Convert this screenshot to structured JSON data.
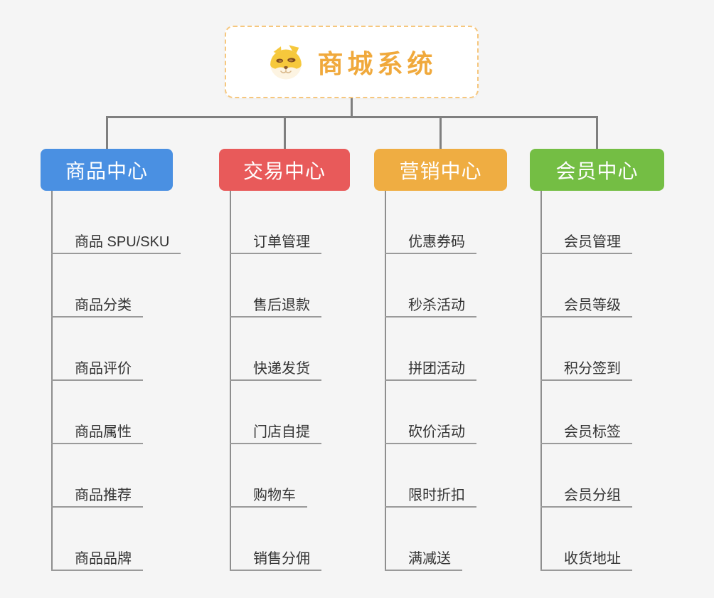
{
  "root": {
    "title": "商城系统",
    "icon": "dog-face-icon"
  },
  "branches": [
    {
      "label": "商品中心",
      "color": "#4a90e2",
      "children": [
        "商品 SPU/SKU",
        "商品分类",
        "商品评价",
        "商品属性",
        "商品推荐",
        "商品品牌"
      ]
    },
    {
      "label": "交易中心",
      "color": "#e85a5a",
      "children": [
        "订单管理",
        "售后退款",
        "快递发货",
        "门店自提",
        "购物车",
        "销售分佣"
      ]
    },
    {
      "label": "营销中心",
      "color": "#efad42",
      "children": [
        "优惠券码",
        "秒杀活动",
        "拼团活动",
        "砍价活动",
        "限时折扣",
        "满减送"
      ]
    },
    {
      "label": "会员中心",
      "color": "#74be44",
      "children": [
        "会员管理",
        "会员等级",
        "积分签到",
        "会员标签",
        "会员分组",
        "收货地址"
      ]
    }
  ],
  "colors": {
    "background": "#f5f5f5",
    "connector_line": "#7f7f7f",
    "leaf_underline": "#9a9a9a",
    "leaf_text": "#333333",
    "root_title": "#f0a93c",
    "root_border": "#f6c77e"
  }
}
